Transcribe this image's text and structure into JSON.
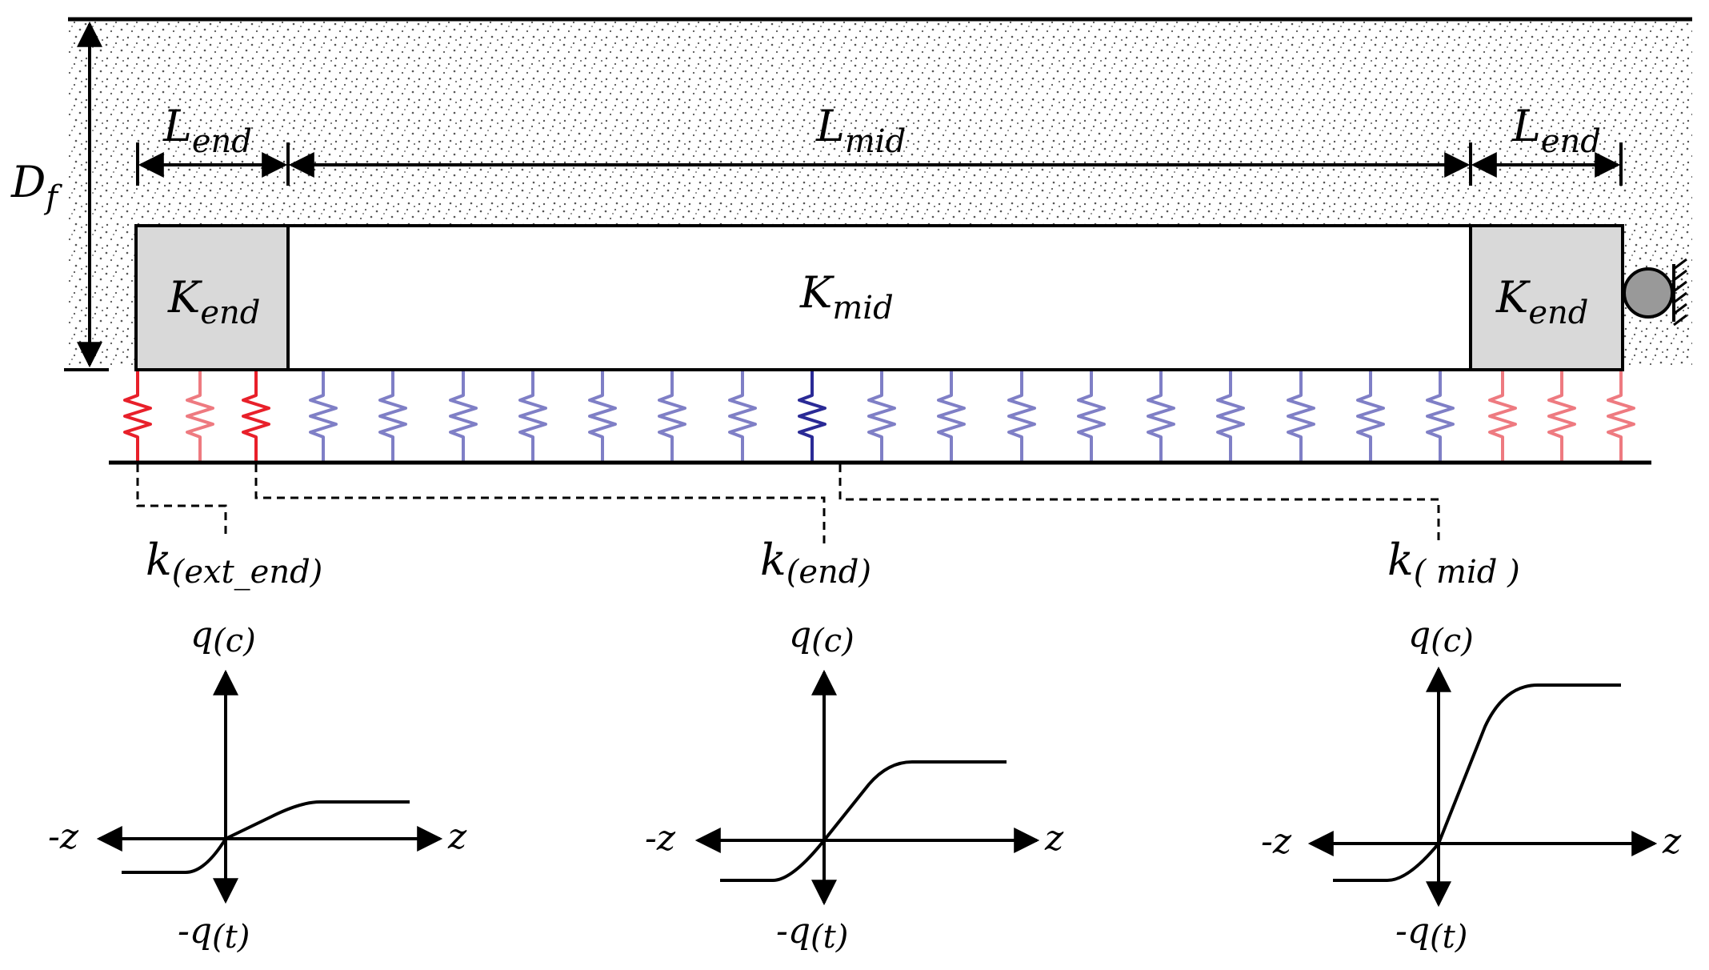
{
  "labels": {
    "depth": "D",
    "depth_sub": "f",
    "L": "L",
    "L_end_sub": "end",
    "L_mid_sub": "mid",
    "K": "K",
    "K_end_sub": "end",
    "K_mid_sub": "mid"
  },
  "springs": {
    "k": "k",
    "ext_end_sub": "(ext_end)",
    "end_sub": "(end)",
    "mid_sub": "( mid )"
  },
  "curves": {
    "q": "q",
    "minus_q": "-q",
    "compression_sub": "(c)",
    "tension_sub": "(t)",
    "z": "z",
    "minus_z": "-z"
  },
  "colors": {
    "soil_dots": "#555555",
    "end_block_fill": "#d9d9d9",
    "spring_ext_end": "#e8202a",
    "spring_end": "#ee7a80",
    "spring_mid": "#7f7fc6",
    "spring_mid_highlight": "#2a2a96"
  }
}
